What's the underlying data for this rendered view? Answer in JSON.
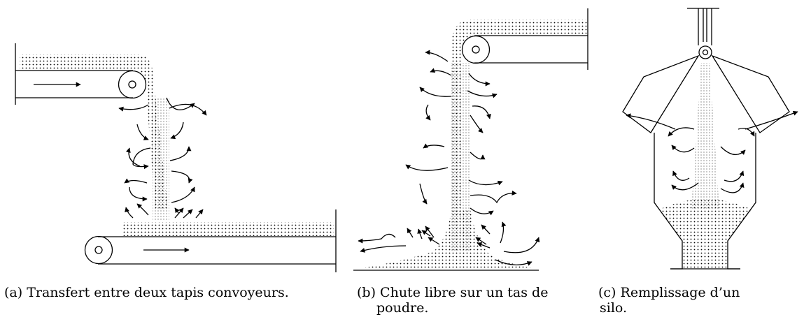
{
  "captions": {
    "a": {
      "label": "(a)",
      "text": "Transfert entre deux tapis convoyeurs."
    },
    "b": {
      "label": "(b)",
      "line1": "Chute libre sur un tas de",
      "line2": "poudre."
    },
    "c": {
      "label": "(c)",
      "line1": "Remplissage d’un",
      "line2": "silo."
    }
  },
  "colors": {
    "ink": "#000000",
    "background": "#ffffff"
  }
}
